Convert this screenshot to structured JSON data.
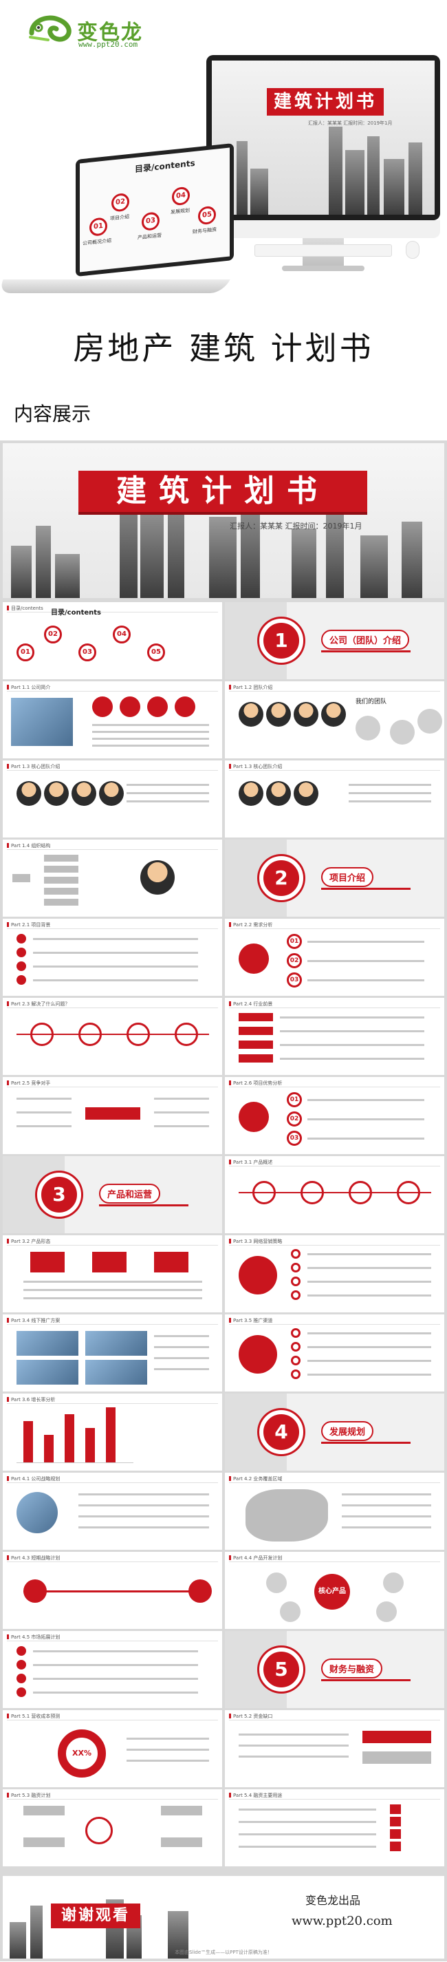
{
  "logo": {
    "brand": "变色龙",
    "url": "www.ppt20.com"
  },
  "laptop_screen": {
    "toc_title": "目录/contents",
    "items": [
      {
        "num": "01",
        "label": "公司概况介绍"
      },
      {
        "num": "02",
        "label": "项目介绍"
      },
      {
        "num": "03",
        "label": "产品和运营"
      },
      {
        "num": "04",
        "label": "发展规划"
      },
      {
        "num": "05",
        "label": "财务与融资"
      }
    ]
  },
  "monitor_screen": {
    "title": "建筑计划书",
    "reporter": "汇报人：某某某 汇报时间：2019年1月"
  },
  "main_title": "房地产  建筑  计划书",
  "sub_title": "内容展示",
  "cover": {
    "title": "建筑计划书",
    "reporter": "汇报人：某某某 汇报时间：2019年1月"
  },
  "slides": [
    {
      "hdr": "目录/contents",
      "kind": "toc"
    },
    {
      "hdr": "",
      "kind": "section",
      "num": "1",
      "label": "公司（团队）介绍"
    },
    {
      "hdr": "Part 1.1 公司简介",
      "kind": "photo"
    },
    {
      "hdr": "Part 1.2 团队介绍",
      "kind": "team",
      "label": "我们的团队"
    },
    {
      "hdr": "Part 1.3 核心团队介绍",
      "kind": "people"
    },
    {
      "hdr": "Part 1.3 核心团队介绍",
      "kind": "people3"
    },
    {
      "hdr": "Part 1.4 组织结构",
      "kind": "org"
    },
    {
      "hdr": "",
      "kind": "section",
      "num": "2",
      "label": "项目介绍"
    },
    {
      "hdr": "Part 2.1 项目背景",
      "kind": "list"
    },
    {
      "hdr": "Part 2.2 需求分析",
      "kind": "numbers"
    },
    {
      "hdr": "Part 2.3 解决了什么问题？",
      "kind": "circles"
    },
    {
      "hdr": "Part 2.4 行业前景",
      "kind": "arrows"
    },
    {
      "hdr": "Part 2.5 竞争对手",
      "kind": "vs"
    },
    {
      "hdr": "Part 2.6 项目优势分析",
      "kind": "numbers2"
    },
    {
      "hdr": "",
      "kind": "section",
      "num": "3",
      "label": "产品和运营"
    },
    {
      "hdr": "Part 3.1 产品概述",
      "kind": "circles2"
    },
    {
      "hdr": "Part 3.2 产品形态",
      "kind": "app"
    },
    {
      "hdr": "Part 3.3 网络营销策略",
      "kind": "network"
    },
    {
      "hdr": "Part 3.4 线下推广方案",
      "kind": "gallery"
    },
    {
      "hdr": "Part 3.5 推广渠道",
      "kind": "hands"
    },
    {
      "hdr": "Part 3.6 增长率分析",
      "kind": "barchart"
    },
    {
      "hdr": "",
      "kind": "section",
      "num": "4",
      "label": "发展规划"
    },
    {
      "hdr": "Part 4.1 公司战略规划",
      "kind": "globe"
    },
    {
      "hdr": "Part 4.2 业务覆盖区域",
      "kind": "map"
    },
    {
      "hdr": "Part 4.3 短期战略计划",
      "kind": "timeline"
    },
    {
      "hdr": "Part 4.4 产品开发计划",
      "kind": "core",
      "label": "核心产品"
    },
    {
      "hdr": "Part 4.5 市场拓展计划",
      "kind": "steps"
    },
    {
      "hdr": "",
      "kind": "section",
      "num": "5",
      "label": "财务与融资"
    },
    {
      "hdr": "Part 5.1 营收成本预测",
      "kind": "donut",
      "label": "XX%"
    },
    {
      "hdr": "Part 5.2 资金缺口",
      "kind": "funding"
    },
    {
      "hdr": "Part 5.3 融资计划",
      "kind": "flow"
    },
    {
      "hdr": "Part 5.4 融资主要用途",
      "kind": "uses"
    }
  ],
  "footer": {
    "thanks": "谢谢观看",
    "brand": "变色龙出品",
    "url": "www.ppt20.com",
    "note": "本图由Slide™生成——以PPT设计原稿为准！"
  }
}
